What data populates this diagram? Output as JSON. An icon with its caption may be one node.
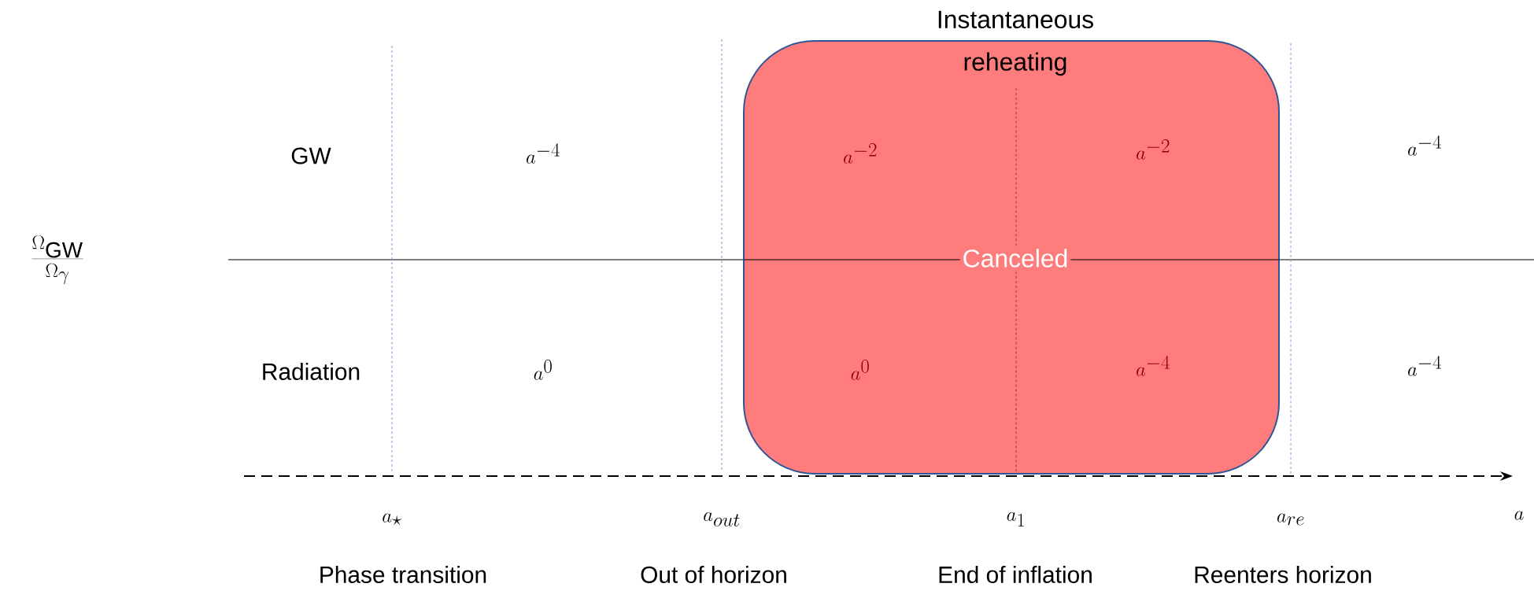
{
  "diagram": {
    "nodes": [
      {
        "text": [
          "Instantaneous reheating",
          "Canceled"
        ]
      }
    ],
    "edges": [],
    "labels": [
      "GW",
      "a^{-4}",
      "a^{-2}",
      "a^{-2}",
      "a^{-4}",
      "\\frac{\\Omega_{\\mathrm{GW}}}{\\Omega_{\\gamma}}",
      "Radiation",
      "a^{0}",
      "a^{0}",
      "a^{-4}",
      "a^{-4}",
      "a_{\\star}",
      "a_{out}",
      "a_{1}",
      "a_{re}",
      "a",
      "Phase transition",
      "Out of horizon",
      "End of inflation",
      "Reenters horizon"
    ]
  }
}
